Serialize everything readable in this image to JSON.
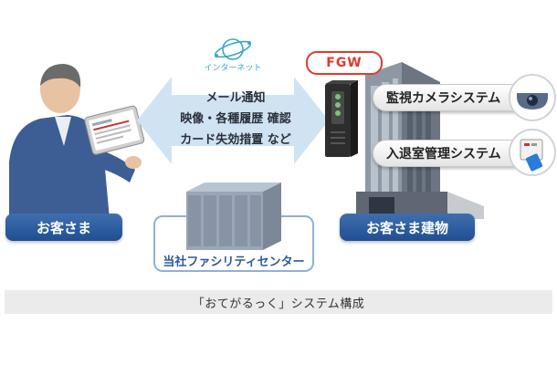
{
  "internet": {
    "label": "インターネット"
  },
  "arrow": {
    "lines": [
      "メール通知",
      "映像・各種履歴 確認",
      "カード失効措置 など"
    ]
  },
  "customer": {
    "label": "お客さま"
  },
  "building": {
    "label": "お客さま建物"
  },
  "datacenter": {
    "label": "当社ファシリティセンター"
  },
  "fgw": {
    "label": "FGW"
  },
  "systems": {
    "camera": "監視カメラシステム",
    "access": "入退室管理システム"
  },
  "caption": "「おてがるっく」システム構成",
  "colors": {
    "accent_blue": "#1f4f93",
    "fgw_red": "#e03a2e",
    "arrow_blue": "#cfe3f3",
    "internet_cyan": "#3aa7c4"
  }
}
